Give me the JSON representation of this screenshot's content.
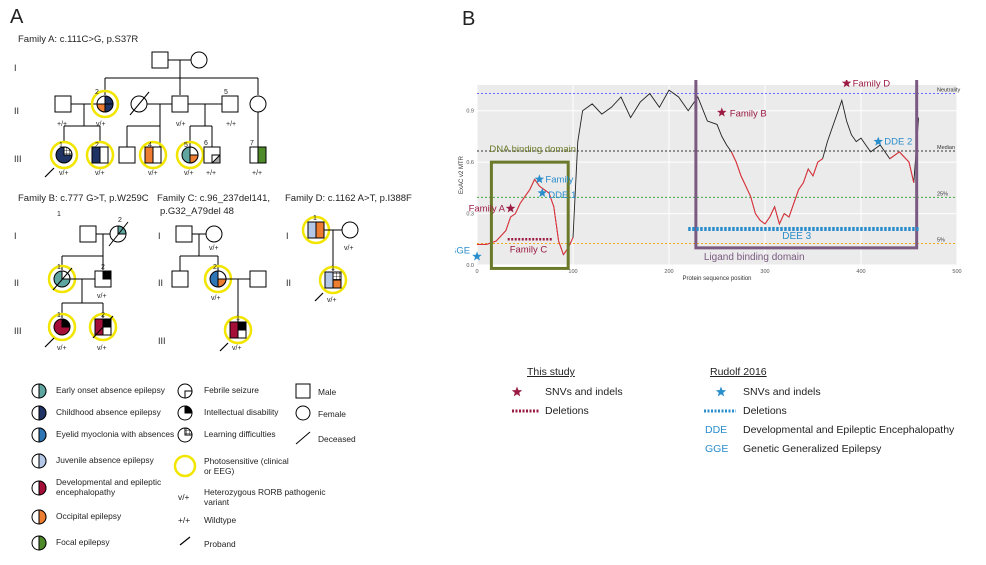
{
  "panels": {
    "a": "A",
    "b": "B"
  },
  "families": {
    "a": {
      "title": "Family A:  c.111C>G, p.S37R"
    },
    "b": {
      "title": "Family B:  c.777 G>T, p.W259C"
    },
    "c": {
      "title_line1": "Family C: c.96_237del141,",
      "title_line2": "p.G32_A79del 48"
    },
    "d": {
      "title": "Family D: c.1162 A>T, p.I388F"
    }
  },
  "generations": [
    "I",
    "II",
    "III"
  ],
  "individual_numbers": [
    "1",
    "2",
    "3",
    "4",
    "5",
    "6",
    "7"
  ],
  "genotypes": {
    "het": "v/+",
    "wt": "+/+"
  },
  "phenotype_legend": [
    {
      "label": "Early onset absence epilepsy",
      "color": "#5fa5a0"
    },
    {
      "label": "Childhood absence epilepsy",
      "color": "#1f3464"
    },
    {
      "label": "Eyelid myoclonia with absences",
      "color": "#2e75b6"
    },
    {
      "label": "Juvenile absence epilepsy",
      "color": "#b4c7e7"
    },
    {
      "label": "Developmental and epileptic encephalopathy",
      "color": "#a50e37"
    },
    {
      "label": "Occipital epilepsy",
      "color": "#ed7d31"
    },
    {
      "label": "Focal epilepsy",
      "color": "#4f8a2a"
    }
  ],
  "symbol_legend": [
    {
      "label": "Febrile seizure",
      "icon": "febrile-seizure"
    },
    {
      "label": "Intellectual disability",
      "icon": "intellectual-disability"
    },
    {
      "label": "Learning difficulties",
      "icon": "learning-difficulties"
    },
    {
      "label_line1": "Photosensitive (clinical",
      "label_line2": "or EEG)",
      "icon": "photosensitive-ring"
    },
    {
      "label_prefix": "v/+",
      "label_line1": "Heterozygous RORB pathogenic",
      "label_line2": "variant"
    },
    {
      "label_prefix": "+/+",
      "label": "Wildtype"
    },
    {
      "label": "Proband",
      "icon": "proband-arrow"
    }
  ],
  "sex_legend": [
    {
      "label": "Male",
      "icon": "square"
    },
    {
      "label": "Female",
      "icon": "circle"
    },
    {
      "label": "Deceased",
      "icon": "slash"
    }
  ],
  "chart_data": {
    "type": "line",
    "xlabel": "Protein sequence position",
    "ylabel": "ExAC v2 MTR",
    "xlim": [
      0,
      500
    ],
    "ylim": [
      0,
      1.05
    ],
    "x_ticks": [
      "0",
      "100",
      "200",
      "300",
      "400",
      "500"
    ],
    "y_ticks": [
      "0.0",
      "0.3",
      "0.6",
      "0.9"
    ],
    "reference_lines": [
      {
        "label": "Neutrality",
        "y": 1.0,
        "color": "#5b5bff"
      },
      {
        "label": "Median",
        "y": 0.665,
        "color": "#333333"
      },
      {
        "label": "25%",
        "y": 0.395,
        "color": "#2aa02a"
      },
      {
        "label": "5%",
        "y": 0.125,
        "color": "#f0a000"
      }
    ],
    "mtr_line": {
      "x": [
        0,
        10,
        20,
        30,
        35,
        40,
        45,
        50,
        55,
        60,
        65,
        70,
        75,
        80,
        85,
        90,
        95,
        100,
        105,
        110,
        120,
        130,
        140,
        150,
        160,
        170,
        180,
        190,
        200,
        210,
        220,
        230,
        240,
        250,
        255,
        260,
        265,
        270,
        275,
        280,
        285,
        290,
        295,
        300,
        305,
        310,
        315,
        320,
        325,
        330,
        335,
        340,
        345,
        350,
        355,
        360,
        365,
        370,
        375,
        380,
        385,
        390,
        395,
        400,
        410,
        420,
        430,
        440,
        450,
        455,
        460
      ],
      "y": [
        0.12,
        0.12,
        0.14,
        0.2,
        0.28,
        0.3,
        0.36,
        0.4,
        0.44,
        0.5,
        0.46,
        0.44,
        0.42,
        0.34,
        0.14,
        0.06,
        0.1,
        0.16,
        0.72,
        0.9,
        0.94,
        0.88,
        0.92,
        0.98,
        0.86,
        0.95,
        1.0,
        0.92,
        1.02,
        0.98,
        0.9,
        0.98,
        0.84,
        0.82,
        0.75,
        0.7,
        0.66,
        0.6,
        0.52,
        0.46,
        0.4,
        0.3,
        0.26,
        0.24,
        0.28,
        0.34,
        0.24,
        0.3,
        0.28,
        0.36,
        0.44,
        0.48,
        0.56,
        0.52,
        0.6,
        0.62,
        0.72,
        0.8,
        0.88,
        0.96,
        0.84,
        0.76,
        0.72,
        0.74,
        0.66,
        0.7,
        0.62,
        0.66,
        0.6,
        0.48,
        0.86
      ]
    },
    "domains": [
      {
        "label": "DNA binding domain",
        "x": [
          15,
          95
        ],
        "color": "#6b7a2a"
      },
      {
        "label": "Ligand binding domain",
        "x": [
          228,
          458
        ],
        "color": "#7a5a80"
      }
    ],
    "this_study_snvs": [
      {
        "label": "Family A",
        "x": 35,
        "y": 0.33
      },
      {
        "label": "Family B",
        "x": 255,
        "y": 0.89
      },
      {
        "label": "Family D",
        "x": 385,
        "y": 1.06
      }
    ],
    "this_study_deletions": [
      {
        "label": "Family C",
        "x": [
          32,
          79
        ],
        "y": 0.15
      }
    ],
    "rudolf_snvs": [
      {
        "label": "GGE",
        "x": 0,
        "y": 0.05
      },
      {
        "label": "Family",
        "x": 65,
        "y": 0.5
      },
      {
        "label": "DDE 1",
        "x": 68,
        "y": 0.42
      },
      {
        "label": "DDE 2",
        "x": 418,
        "y": 0.72
      }
    ],
    "rudolf_deletions": [
      {
        "label": "DEE 3",
        "x": [
          220,
          460
        ],
        "y": 0.21
      }
    ]
  },
  "chart_legend": {
    "this_study_title": "This study",
    "rudolf_title": "Rudolf 2016",
    "this_study_snvs": "SNVs and indels",
    "this_study_deletions": "Deletions",
    "rudolf_snvs": "SNVs and indels",
    "rudolf_deletions": "Deletions",
    "dde_abbr": "DDE",
    "dde_text": "Developmental and Epileptic Encephalopathy",
    "gge_abbr": "GGE",
    "gge_text": "Genetic Generalized Epilepsy",
    "star_red": "#9b1b43",
    "star_blue": "#2a8dcc"
  }
}
